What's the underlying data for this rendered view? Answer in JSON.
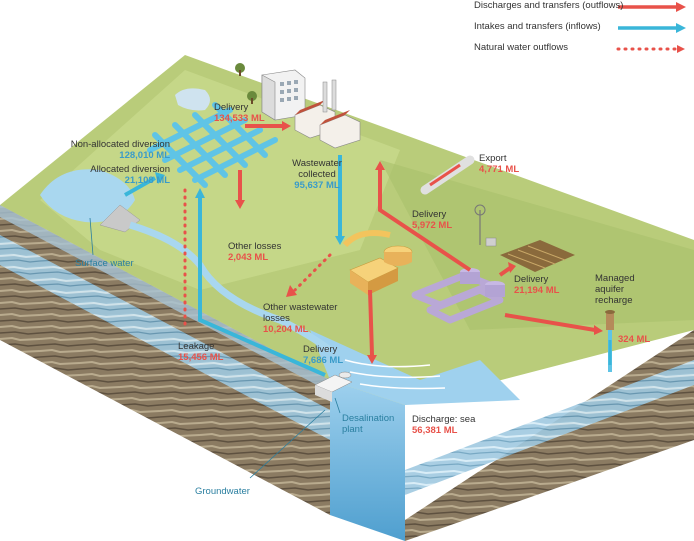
{
  "legend": {
    "outflows": "Discharges and transfers (outflows)",
    "inflows": "Intakes and transfers (inflows)",
    "natural": "Natural water outflows"
  },
  "labels": {
    "non_allocated": {
      "title": "Non-allocated diversion",
      "value": "128,010 ML"
    },
    "allocated": {
      "title": "Allocated diversion",
      "value": "21,108 ML"
    },
    "surface_water": "Surface water",
    "delivery_top": {
      "title": "Delivery",
      "value": "134,533 ML"
    },
    "wastewater": {
      "title_1": "Wastewater",
      "title_2": "collected",
      "value": "95,637 ML"
    },
    "export": {
      "title": "Export",
      "value": "4,771 ML"
    },
    "other_losses": {
      "title": "Other losses",
      "value": "2,043 ML"
    },
    "delivery_mid": {
      "title": "Delivery",
      "value": "5,972 ML"
    },
    "delivery_farm": {
      "title": "Delivery",
      "value": "21,194 ML"
    },
    "managed": {
      "line_1": "Managed",
      "line_2": "aquifer",
      "line_3": "recharge",
      "value": "324 ML"
    },
    "other_ww": {
      "line_1": "Other wastewater",
      "line_2": "losses",
      "value": "10,204 ML"
    },
    "leakage": {
      "title": "Leakage",
      "value": "15,456 ML"
    },
    "delivery_desal": {
      "title": "Delivery",
      "value": "7,686 ML"
    },
    "desal_plant": {
      "line_1": "Desalination",
      "line_2": "plant"
    },
    "discharge": {
      "title": "Discharge: sea",
      "value": "56,381 ML"
    },
    "groundwater": "Groundwater"
  },
  "colors": {
    "outflow": "#e8524a",
    "inflow": "#3ab6d9",
    "land_top": "#b9cc7a",
    "land_light": "#d2de9c",
    "soil": "#7a6a52",
    "water": "#8fc8e6"
  }
}
